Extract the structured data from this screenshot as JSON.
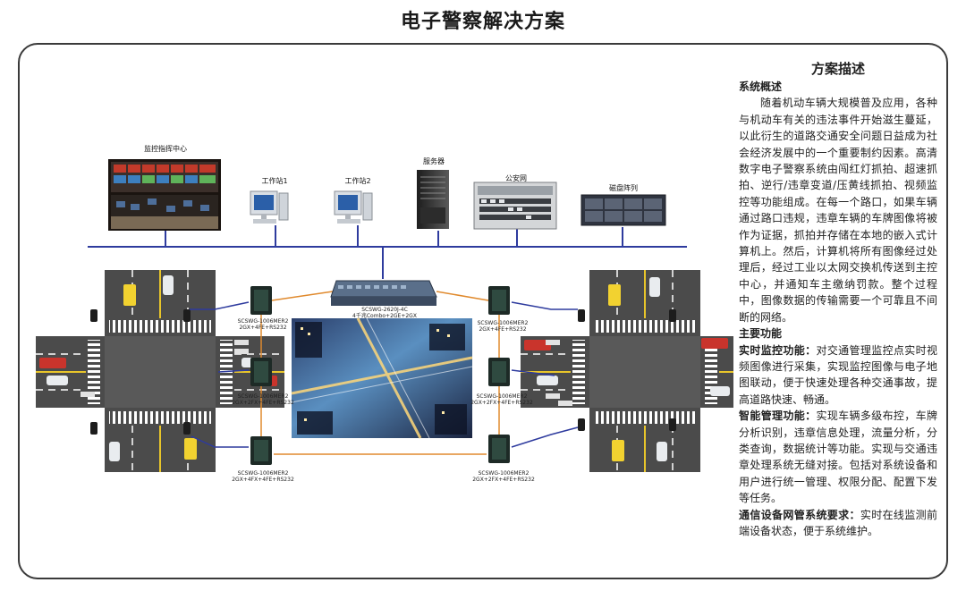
{
  "page": {
    "title": "电子警察解决方案"
  },
  "devices": {
    "command_center": "监控指挥中心",
    "workstation1": "工作站1",
    "workstation2": "工作站2",
    "server": "服务器",
    "police_net": "公安网",
    "disk_array": "磁盘阵列"
  },
  "switches": {
    "core": {
      "model": "SCSWG-2620J-4C",
      "spec": "4千兆Combo+2GE+2GX"
    },
    "tl": {
      "model": "SCSWG-1006MER2",
      "spec": "2GX+4FE+RS232"
    },
    "ml": {
      "model": "SCSWG-1006MER2",
      "spec": "2GX+2FX+4FE+RS232"
    },
    "bl": {
      "model": "SCSWG-1006MER2",
      "spec": "2GX+4FX+4FE+RS232"
    },
    "tr": {
      "model": "SCSWG-1006MER2",
      "spec": "2GX+4FE+RS232"
    },
    "mr": {
      "model": "SCSWG-1006MER2",
      "spec": "2GX+2FX+4FE+RS232"
    },
    "br": {
      "model": "SCSWG-1006MER2",
      "spec": "2GX+2FX+4FE+RS232"
    }
  },
  "description": {
    "heading": "方案描述",
    "overview_title": "系统概述",
    "overview_text": "随着机动车辆大规模普及应用，各种与机动车有关的违法事件开始滋生蔓延，以此衍生的道路交通安全问题日益成为社会经济发展中的一个重要制约因素。高清数字电子警察系统由闯红灯抓拍、超速抓拍、逆行/违章变道/压黄线抓拍、视频监控等功能组成。在每一个路口，如果车辆通过路口违规，违章车辆的车牌图像将被作为证据，抓拍并存储在本地的嵌入式计算机上。然后，计算机将所有图像经过处理后，经过工业以太网交换机传送到主控中心，并通知车主缴纳罚款。整个过程中，图像数据的传输需要一个可靠且不间断的网络。",
    "functions_title": "主要功能",
    "f1_title": "实时监控功能：",
    "f1_text": "对交通管理监控点实时视频图像进行采集，实现监控图像与电子地图联动，便于快速处理各种交通事故，提高道路快速、畅通。",
    "f2_title": "智能管理功能：",
    "f2_text": "实现车辆多级布控，车牌分析识别，违章信息处理，流量分析，分类查询，数据统计等功能。实现与交通违章处理系统无缝对接。包括对系统设备和用户进行统一管理、权限分配、配置下发等任务。",
    "f3_title": "通信设备网管系统要求：",
    "f3_text": "实时在线监测前端设备状态，便于系统维护。"
  }
}
